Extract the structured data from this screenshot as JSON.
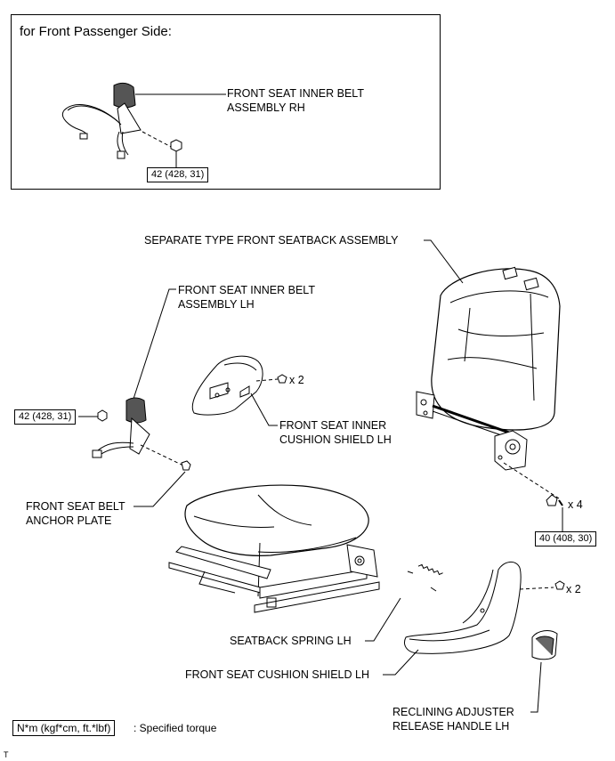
{
  "inset": {
    "title": "for Front Passenger Side:",
    "belt_rh_label": "FRONT SEAT INNER BELT\nASSEMBLY RH",
    "torque_rh": "42 (428, 31)"
  },
  "main": {
    "seatback_label": "SEPARATE TYPE FRONT SEATBACK ASSEMBLY",
    "belt_lh_label": "FRONT SEAT INNER BELT\nASSEMBLY LH",
    "torque_lh": "42 (428, 31)",
    "inner_shield_qty": "x 2",
    "inner_shield_label": "FRONT SEAT INNER\nCUSHION SHIELD LH",
    "anchor_plate_label": "FRONT SEAT BELT\nANCHOR PLATE",
    "seatback_bolt_qty": "x 4",
    "torque_seatback": "40 (408, 30)",
    "shield_screw_qty": "x 2",
    "spring_label": "SEATBACK SPRING LH",
    "cushion_shield_label": "FRONT SEAT CUSHION SHIELD LH",
    "handle_label": "RECLINING ADJUSTER\nRELEASE HANDLE LH"
  },
  "legend": {
    "box_text": "N*m (kgf*cm, ft.*lbf)",
    "text": ": Specified torque"
  },
  "corner_mark": "T"
}
